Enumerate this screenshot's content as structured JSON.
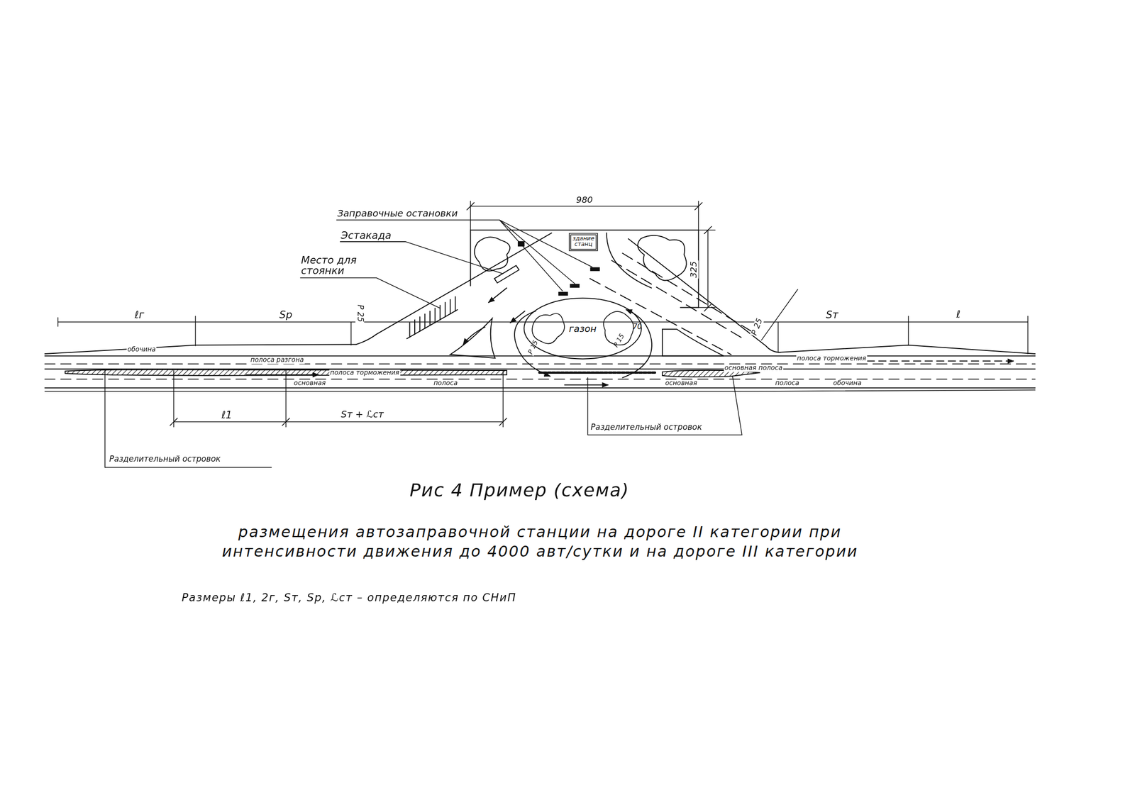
{
  "diagram": {
    "title": "Рис 4 Пример (схема)",
    "caption": "размещения автозаправочной станции на дороге II категории при интенсивности движения до 4000 авт/сутки и на дороге III категории",
    "nodes": [
      {
        "text": [
          "здание станц"
        ]
      },
      {
        "text": [
          "газон"
        ]
      }
    ],
    "labels": [
      "Заправочные остановки",
      "Эстакада",
      "Место для стоянки",
      "980",
      "325",
      "ℓг",
      "Sр",
      "Р 25",
      "Р 25",
      "Sт",
      "ℓ",
      "обочина",
      "полоса разгона",
      "полоса торможения",
      "основная",
      "полоса",
      "полоса торможения",
      "основная полоса",
      "основная",
      "полоса",
      "обочина",
      "ℓ1",
      "Sт + ℒст",
      "Разделительный островок",
      "Разделительный островок",
      "Р 15",
      "Р 15",
      "70",
      "Размеры ℓ1, 2г, Sт, Sр, ℒст – определяются по СНиП"
    ]
  }
}
